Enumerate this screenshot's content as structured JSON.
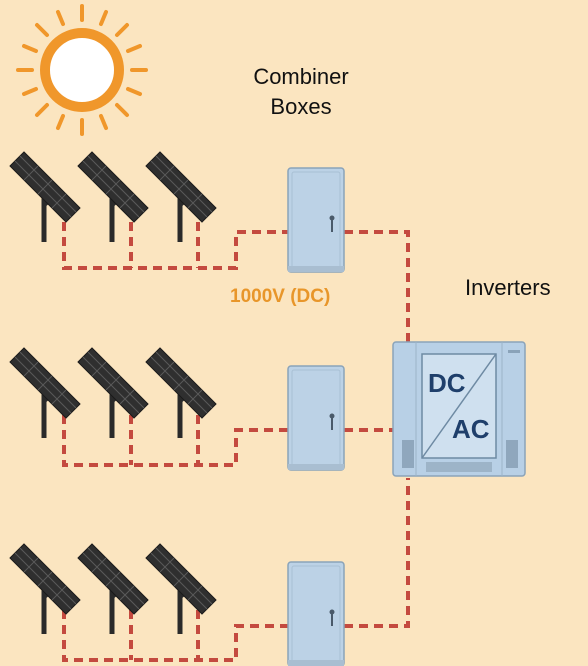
{
  "labels": {
    "combiner_line1": "Combiner",
    "combiner_line2": "Boxes",
    "inverters": "Inverters",
    "voltage": "1000V (DC)",
    "inverter_dc": "DC",
    "inverter_ac": "AC"
  },
  "colors": {
    "background": "#FBE5C0",
    "sun": "#F0972B",
    "wire": "#C44A3F",
    "voltage_text": "#E8962A",
    "panel": "#2F2F2F",
    "cabinet": "#BCD2E6",
    "inverter": "#B8D0E6"
  },
  "icons": {
    "sun": "sun-icon",
    "solar_panel": "solar-panel-icon",
    "combiner_box": "combiner-box-icon",
    "inverter": "inverter-icon"
  }
}
